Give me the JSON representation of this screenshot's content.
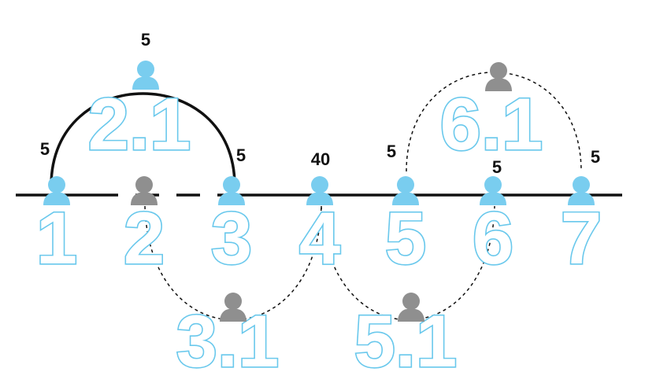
{
  "colors": {
    "active": "#79cdef",
    "inactive": "#8f8f8f",
    "line": "#111111",
    "label_outline": "#69c8ec"
  },
  "icons": {
    "person": "person-icon"
  },
  "nodes": [
    {
      "id": "n1",
      "label": "1",
      "status": "active"
    },
    {
      "id": "n2",
      "label": "2",
      "status": "inactive"
    },
    {
      "id": "n3",
      "label": "3",
      "status": "active"
    },
    {
      "id": "n4",
      "label": "4",
      "status": "active"
    },
    {
      "id": "n5",
      "label": "5",
      "status": "active"
    },
    {
      "id": "n6",
      "label": "6",
      "status": "active"
    },
    {
      "id": "n7",
      "label": "7",
      "status": "active"
    },
    {
      "id": "n21",
      "label": "2.1",
      "status": "active"
    },
    {
      "id": "n31",
      "label": "3.1",
      "status": "inactive"
    },
    {
      "id": "n51",
      "label": "5.1",
      "status": "inactive"
    },
    {
      "id": "n61",
      "label": "6.1",
      "status": "inactive"
    }
  ],
  "weights": {
    "w21": "5",
    "w1": "5",
    "w3": "5",
    "w4": "40",
    "w5": "5",
    "w6": "5",
    "w7": "5"
  }
}
